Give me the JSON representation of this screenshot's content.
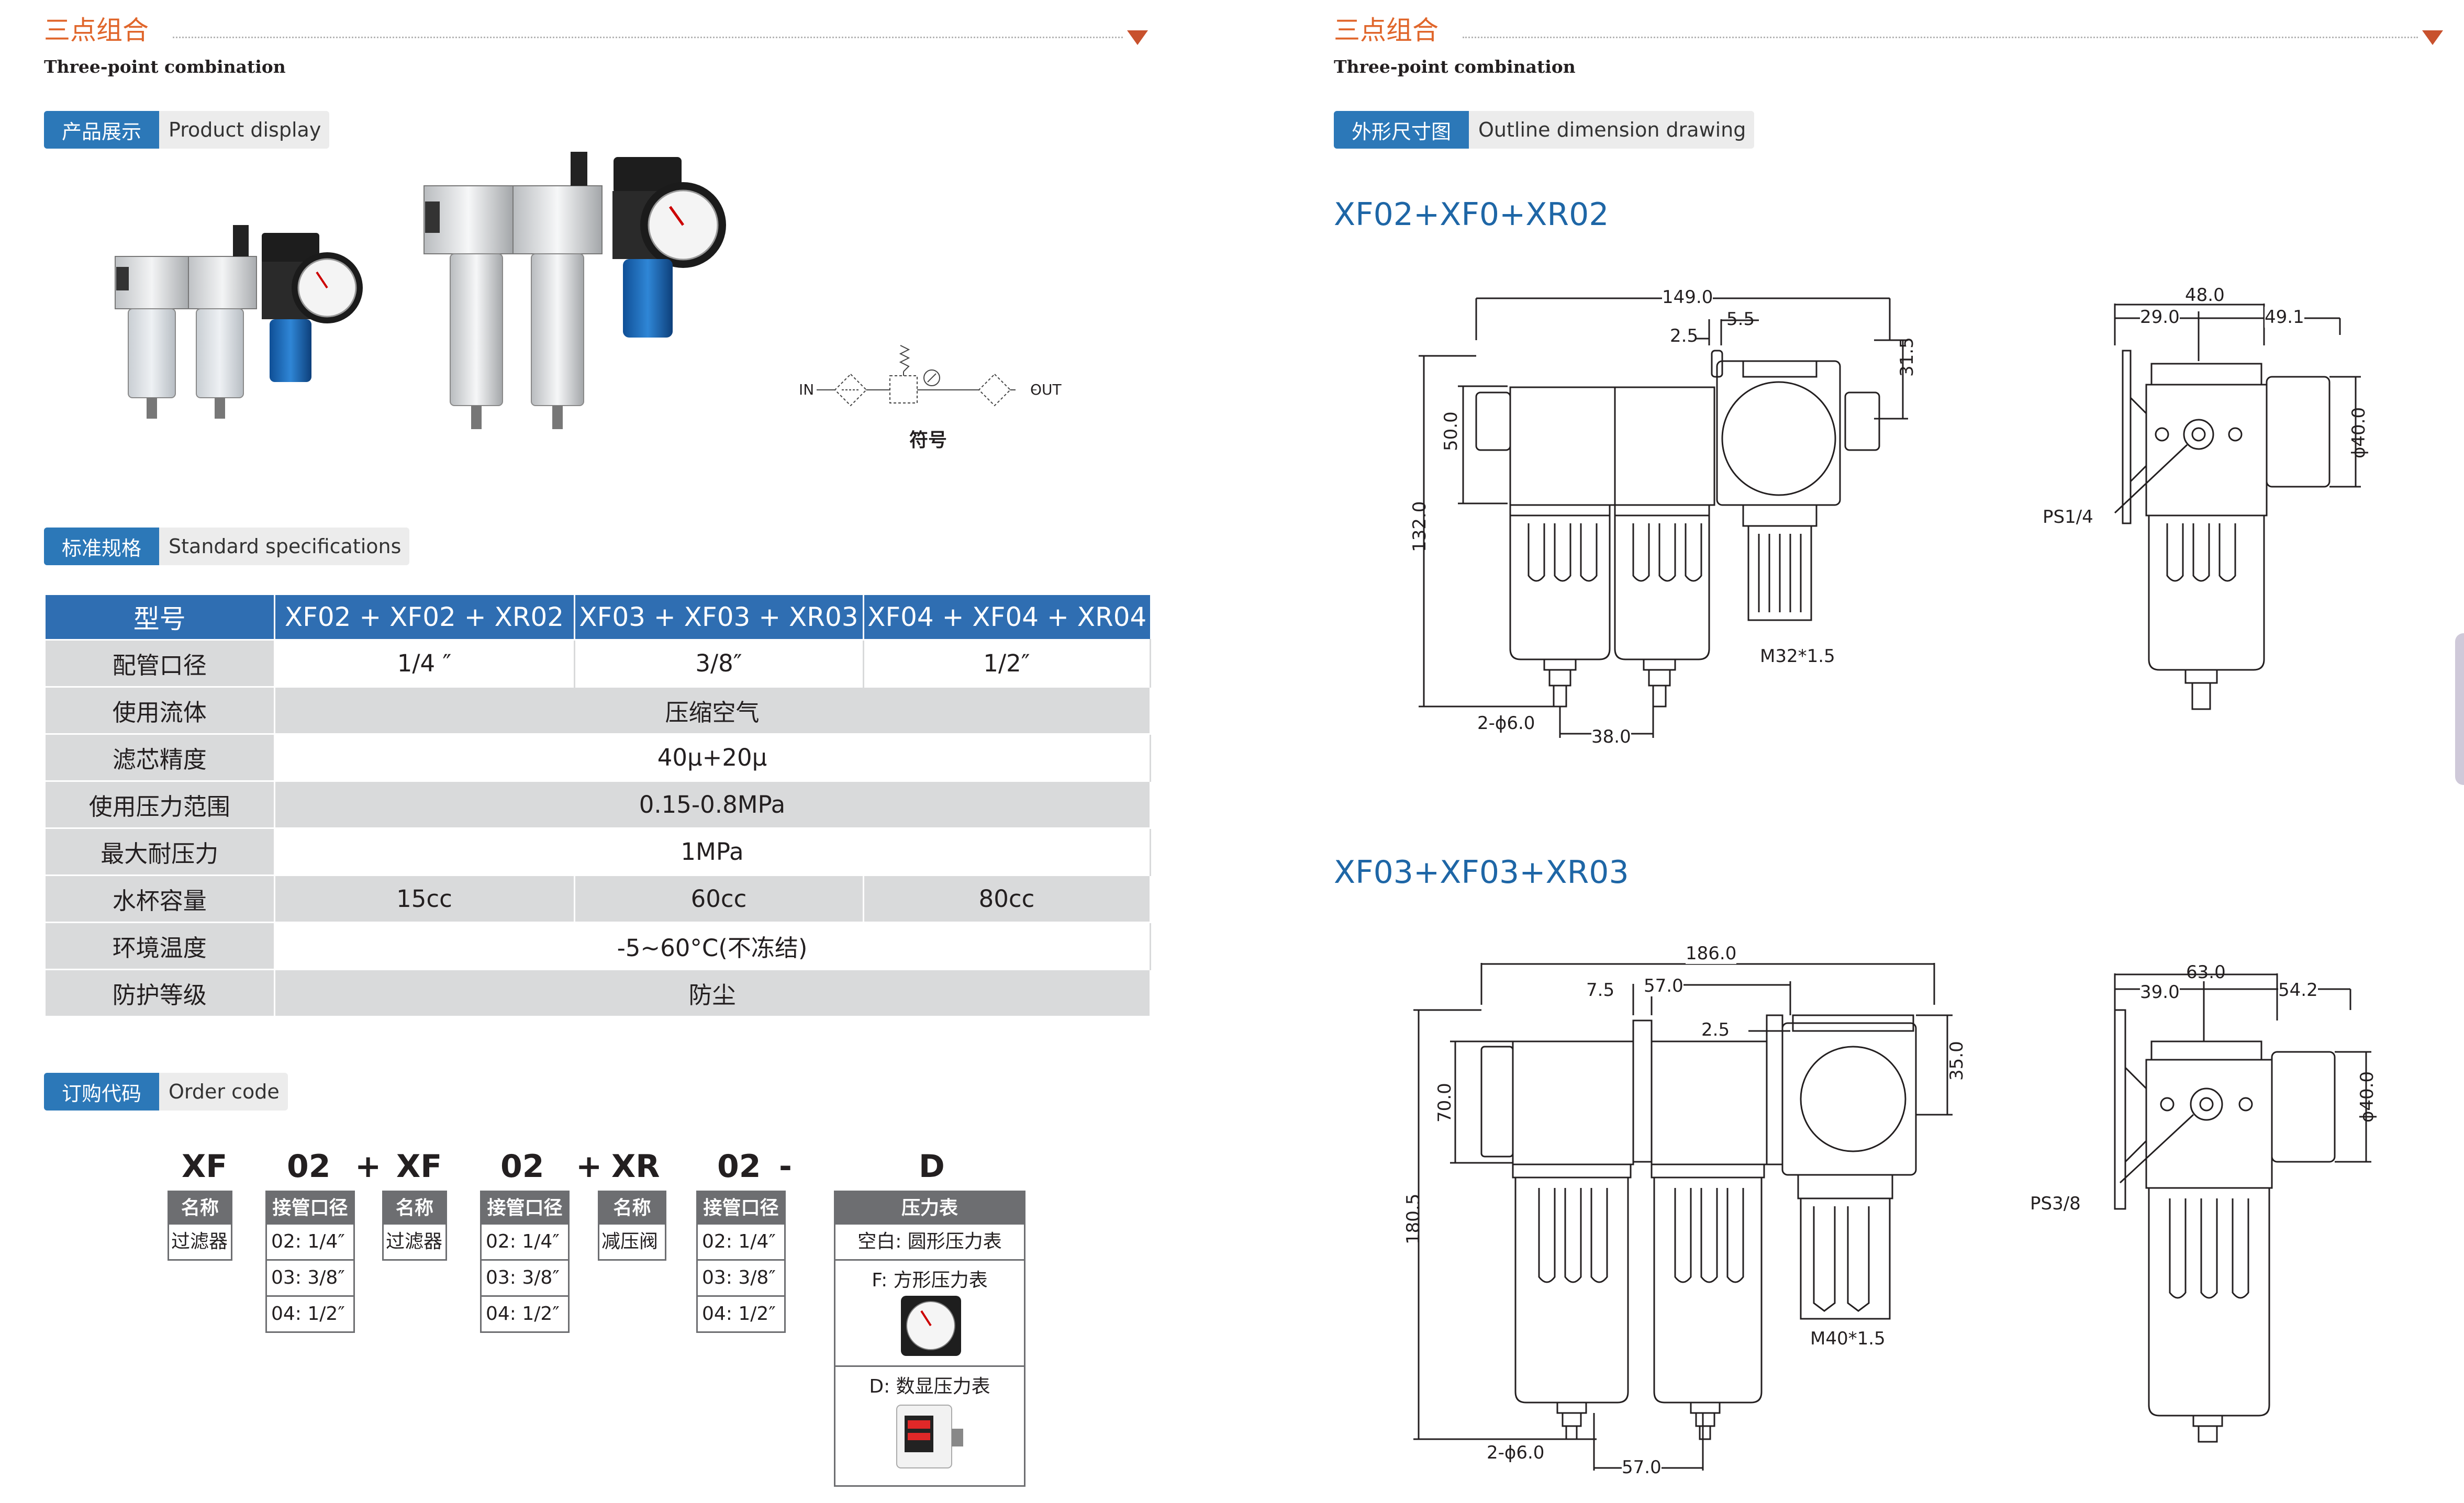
{
  "left": {
    "section_title_cn": "三点组合",
    "section_title_en": "Three-point combination",
    "product_display": {
      "cn": "产品展示",
      "en": "Product display"
    },
    "symbol": {
      "in": "IN",
      "out": "OUT",
      "label": "符号"
    },
    "standard_spec": {
      "cn": "标准规格",
      "en": "Standard specifications"
    },
    "spec_table": {
      "headers": [
        "型号",
        "XF02 + XF02 + XR02",
        "XF03 + XF03 + XR03",
        "XF04 + XF04 + XR04"
      ],
      "rows": [
        {
          "label": "配管口径",
          "cells": [
            "1/4 ″",
            "3/8″",
            "1/2″"
          ]
        },
        {
          "label": "使用流体",
          "merged": "压缩空气"
        },
        {
          "label": "滤芯精度",
          "merged": "40μ+20μ"
        },
        {
          "label": "使用压力范围",
          "merged": "0.15-0.8MPa"
        },
        {
          "label": "最大耐压力",
          "merged": "1MPa"
        },
        {
          "label": "水杯容量",
          "cells": [
            "15cc",
            "60cc",
            "80cc"
          ]
        },
        {
          "label": "环境温度",
          "merged": "-5~60°C(不冻结)"
        },
        {
          "label": "防护等级",
          "merged": "防尘"
        }
      ]
    },
    "order_code": {
      "tag": {
        "cn": "订购代码",
        "en": "Order code"
      },
      "code_parts": [
        "XF",
        "02",
        "+",
        "XF",
        "02",
        "+",
        "XR",
        "02",
        "-",
        "D"
      ],
      "name_col": {
        "header": "名称"
      },
      "port_header": "接管口径",
      "filter": "过滤器",
      "reducer": "减压阀",
      "ports": [
        "02: 1/4″",
        "03: 3/8″",
        "04: 1/2″"
      ],
      "gauge": {
        "header": "压力表",
        "blank": "空白: 圆形压力表",
        "f": "F: 方形压力表",
        "d": "D: 数显压力表"
      }
    }
  },
  "right": {
    "section_title_cn": "三点组合",
    "section_title_en": "Three-point combination",
    "outline": {
      "cn": "外形尺寸图",
      "en": "Outline dimension drawing"
    },
    "drawing1": {
      "title": "XF02+XF0+XR02",
      "dims": {
        "w": "149.0",
        "d1": "5.5",
        "d2": "2.5",
        "h1": "31.5",
        "h2": "50.0",
        "h": "132.0",
        "thread": "M32*1.5",
        "hole": "2-ϕ6.0",
        "pitch": "38.0",
        "side_w": "48.0",
        "side_a": "29.0",
        "side_b": "49.1",
        "gauge": "ϕ40.0",
        "port": "PS1/4"
      }
    },
    "drawing2": {
      "title": "XF03+XF03+XR03",
      "dims": {
        "w": "186.0",
        "d1": "7.5",
        "d2": "57.0",
        "d3": "2.5",
        "h1": "35.0",
        "h2": "70.0",
        "h": "180.5",
        "thread": "M40*1.5",
        "hole": "2-ϕ6.0",
        "pitch": "57.0",
        "side_w": "63.0",
        "side_a": "39.0",
        "side_b": "54.2",
        "gauge": "ϕ40.0",
        "port": "PS3/8"
      }
    }
  },
  "colors": {
    "accent": "#e0662b",
    "tag_blue": "#2c78b8",
    "table_head": "#2f6eb2",
    "table_gray": "#d9dadb",
    "title_blue": "#1e66a6"
  }
}
